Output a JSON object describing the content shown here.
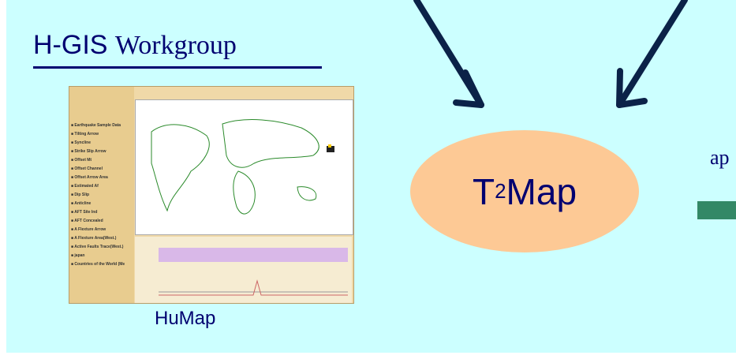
{
  "workgroup": {
    "title_prefix": "H-GIS",
    "title_suffix": "Workgroup"
  },
  "screenshot": {
    "app_name": "HuMap",
    "layers": [
      "Earthquake Sample Data",
      "Tilting Arrow",
      "Syncline",
      "Strike Slip Arrow",
      "Offset Mt",
      "Offset Channel",
      "Offset Arrow Area",
      "Estimated Af",
      "Dip Slip",
      "Anticline",
      "AFT Site Ind",
      "AFT Concealed",
      "A Flexture Arrow",
      "A Flexture Area(West.)",
      "Active Faults Trace(West.)",
      "japan",
      "Countries of the World (Me"
    ]
  },
  "center": {
    "name_prefix": "T",
    "name_superscript": "2",
    "name_suffix": "Map"
  },
  "right": {
    "cut_label": "ap"
  },
  "colors": {
    "background": "#ccffff",
    "text": "#000070",
    "ellipse": "#fdc995",
    "arrow": "#0b2248",
    "green_bar": "#338866"
  }
}
